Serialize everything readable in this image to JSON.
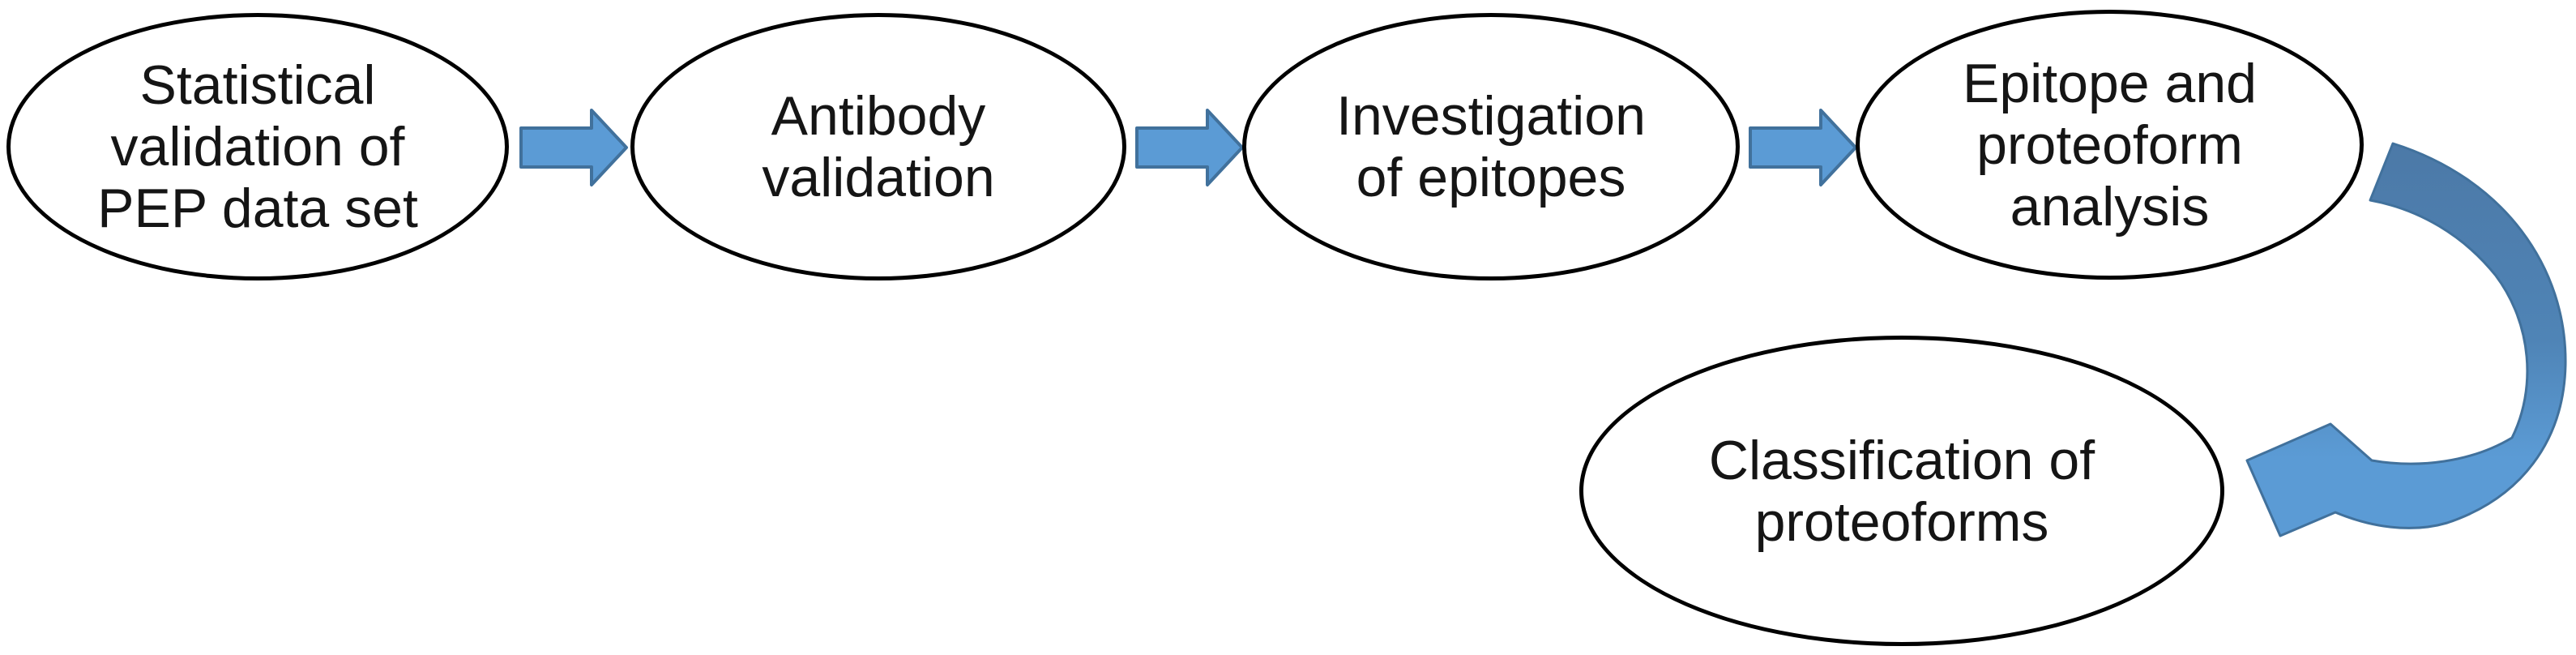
{
  "diagram": {
    "type": "flowchart",
    "background": "#ffffff",
    "nodes": [
      {
        "id": "statistical-validation",
        "label": "Statistical validation of PEP data set",
        "lines": [
          "Statistical",
          "validation of",
          "PEP data set"
        ]
      },
      {
        "id": "antibody-validation",
        "label": "Antibody validation",
        "lines": [
          "Antibody",
          "validation"
        ]
      },
      {
        "id": "investigation-of-epitopes",
        "label": "Investigation of epitopes",
        "lines": [
          "Investigation",
          "of epitopes"
        ]
      },
      {
        "id": "epitope-proteoform-analysis",
        "label": "Epitope and proteoform analysis",
        "lines": [
          "Epitope and",
          "proteoform",
          "analysis"
        ]
      },
      {
        "id": "classification-of-proteoforms",
        "label": "Classification of proteoforms",
        "lines": [
          "Classification of",
          "proteoforms"
        ]
      }
    ],
    "edges": [
      {
        "from": "statistical-validation",
        "to": "antibody-validation",
        "style": "block-arrow-right"
      },
      {
        "from": "antibody-validation",
        "to": "investigation-of-epitopes",
        "style": "block-arrow-right"
      },
      {
        "from": "investigation-of-epitopes",
        "to": "epitope-proteoform-analysis",
        "style": "block-arrow-right"
      },
      {
        "from": "epitope-proteoform-analysis",
        "to": "classification-of-proteoforms",
        "style": "curved-arrow-down-left"
      }
    ],
    "colors": {
      "ellipse_stroke": "#000000",
      "ellipse_fill": "#ffffff",
      "text": "#151515",
      "arrow_fill": "#5b9bd5",
      "arrow_stroke": "#41719c",
      "curved_arrow_top": "#4c79a7",
      "curved_arrow_bottom": "#5b9bd5"
    }
  }
}
